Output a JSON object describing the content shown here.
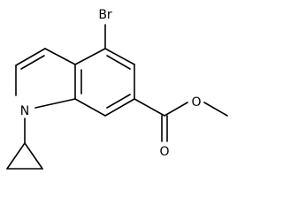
{
  "molecule": {
    "atom_labels": {
      "bromine": "Br",
      "nitrogen": "N",
      "carbonyl_oxygen": "O",
      "ester_oxygen": "O"
    }
  }
}
